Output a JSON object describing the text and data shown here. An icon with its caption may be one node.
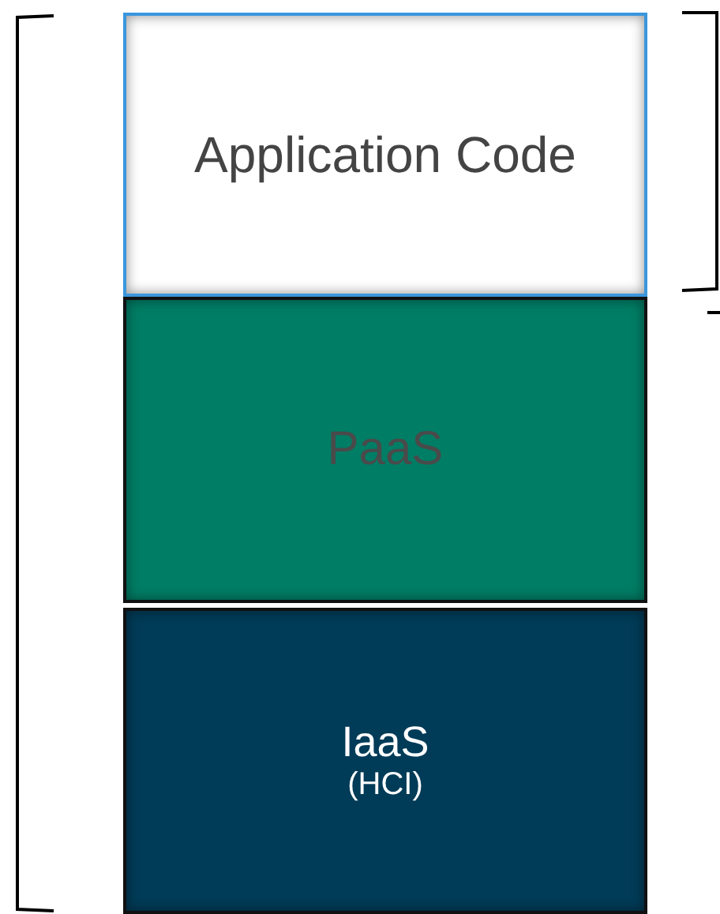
{
  "diagram": {
    "nodes": [
      {
        "text": [
          "Application Code"
        ]
      },
      {
        "text": [
          "PaaS"
        ]
      },
      {
        "text": [
          "IaaS",
          "(HCI)"
        ]
      }
    ]
  }
}
